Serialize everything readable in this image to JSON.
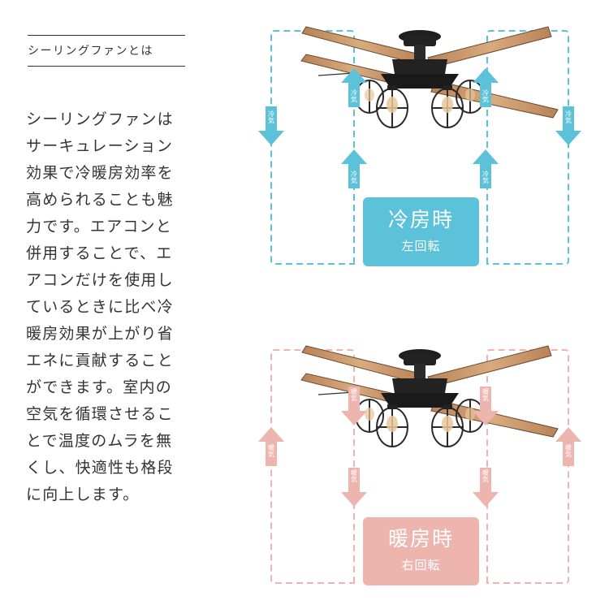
{
  "heading": "シーリングファンとは",
  "body_lines": [
    "シーリングファンは",
    "サーキュレーション",
    "効果で冷暖房効率を",
    "高められることも魅",
    "力です。エアコンと",
    "併用することで、エ",
    "アコンだけを使用し",
    "ているときに比べ冷",
    "暖房効果が上がり省",
    "エネに貢献すること",
    "ができます。室内の",
    "空気を循環させるこ",
    "とで温度のムラを無",
    "くし、快適性も格段",
    "に向上します。"
  ],
  "cooling": {
    "title": "冷房時",
    "subtitle": "左回転",
    "air_label": "冷気",
    "color": "#5bc2d9"
  },
  "heating": {
    "title": "暖房時",
    "subtitle": "右回転",
    "air_label": "暖気",
    "color": "#eeb5ae"
  }
}
